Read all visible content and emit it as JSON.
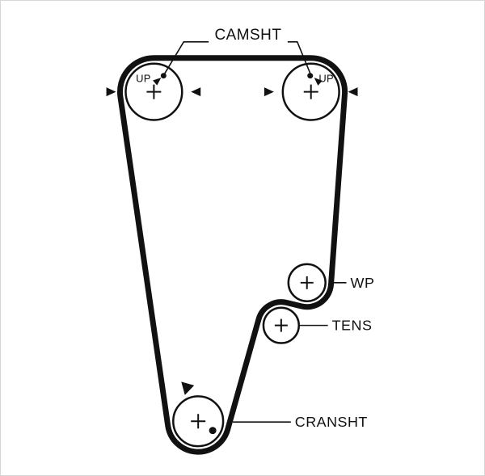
{
  "diagram": {
    "type": "timing-belt-routing-diagram",
    "camshaft": {
      "label": "CAMSHT"
    },
    "pulleys": {
      "left_cam": {
        "up_label": "UP"
      },
      "right_cam": {
        "up_label": "UP"
      },
      "water_pump": {
        "label": "WP"
      },
      "tensioner": {
        "label": "TENS"
      },
      "crankshaft": {
        "label": "CRANSHT"
      }
    },
    "colors": {
      "line": "#111111",
      "background": "#ffffff"
    }
  }
}
